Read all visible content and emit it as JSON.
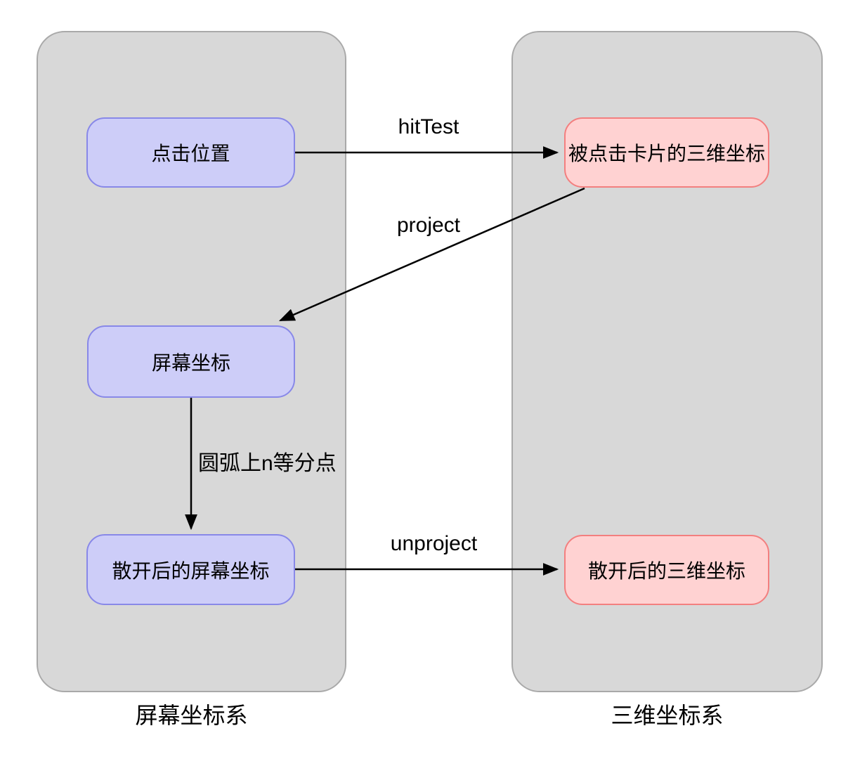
{
  "diagram": {
    "panels": [
      {
        "label": "屏幕坐标系"
      },
      {
        "label": "三维坐标系"
      }
    ],
    "nodes": [
      {
        "label": "点击位置",
        "system": "screen"
      },
      {
        "label": "被点击卡片的三维坐标",
        "system": "3d"
      },
      {
        "label": "屏幕坐标",
        "system": "screen"
      },
      {
        "label": "散开后的屏幕坐标",
        "system": "screen"
      },
      {
        "label": "散开后的三维坐标",
        "system": "3d"
      }
    ],
    "edges": [
      {
        "label": "hitTest",
        "from": "点击位置",
        "to": "被点击卡片的三维坐标"
      },
      {
        "label": "project",
        "from": "被点击卡片的三维坐标",
        "to": "屏幕坐标"
      },
      {
        "label": "圆弧上n等分点",
        "from": "屏幕坐标",
        "to": "散开后的屏幕坐标"
      },
      {
        "label": "unproject",
        "from": "散开后的屏幕坐标",
        "to": "散开后的三维坐标"
      }
    ],
    "colors": {
      "page_bg": "#ffffff",
      "panel_fill": "#d8d8d8",
      "panel_border": "#a9a9a9",
      "screen_node_fill": "#cdcdf8",
      "screen_node_border": "#8888e8",
      "threed_node_fill": "#ffd2d2",
      "threed_node_border": "#f37f7f",
      "arrow": "#000000",
      "text": "#000000"
    }
  }
}
